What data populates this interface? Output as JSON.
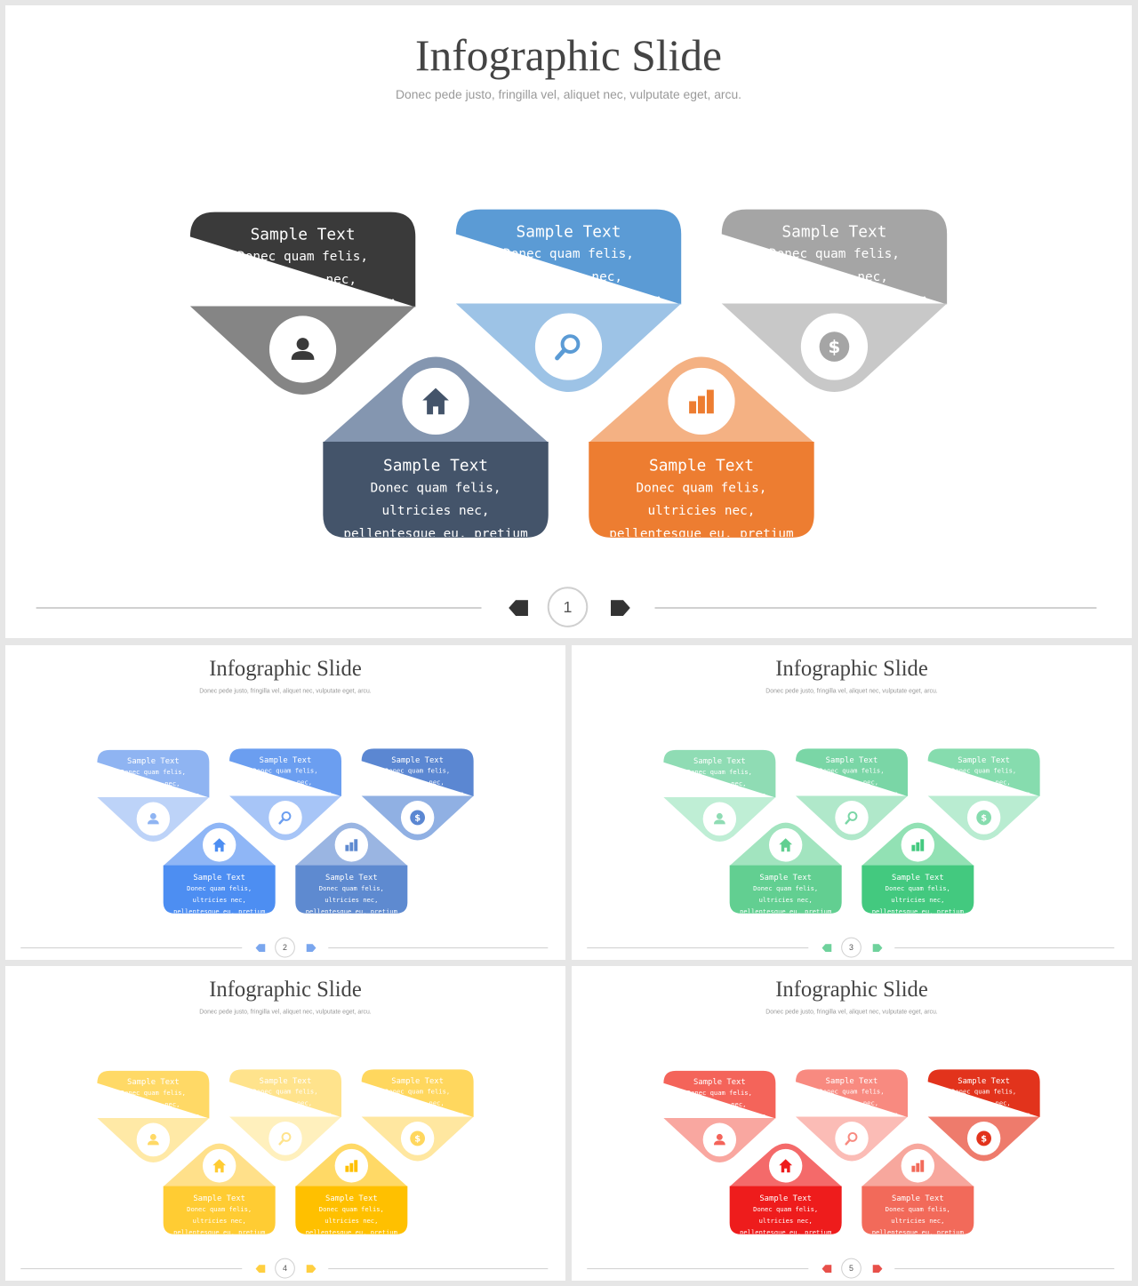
{
  "slides": [
    {
      "title": "Infographic Slide",
      "subtitle": "Donec pede justo, fringilla vel, aliquet nec, vulputate eget, arcu.",
      "page": "1",
      "colors": {
        "c1": [
          "#3a3a3a",
          "#858585"
        ],
        "c2": [
          "#5b9bd5",
          "#9dc3e6"
        ],
        "c3": [
          "#a5a5a5",
          "#c8c8c8"
        ],
        "c4": [
          "#44546a",
          "#8496b0"
        ],
        "c5": [
          "#ed7d31",
          "#f4b183"
        ],
        "arrow": "#333333"
      },
      "cards": [
        {
          "heading": "Sample Text",
          "body": "Donec quam felis, ultricies nec, pellentesque eu, pretium quis.",
          "icon": "person-icon"
        },
        {
          "heading": "Sample Text",
          "body": "Donec quam felis, ultricies nec, pellentesque eu, pretium quis.",
          "icon": "search-icon"
        },
        {
          "heading": "Sample Text",
          "body": "Donec quam felis, ultricies nec, pellentesque eu, pretium quis.",
          "icon": "dollar-icon"
        },
        {
          "heading": "Sample Text",
          "body": "Donec quam felis, ultricies nec, pellentesque eu, pretium quis.",
          "icon": "home-icon"
        },
        {
          "heading": "Sample Text",
          "body": "Donec quam felis, ultricies nec, pellentesque eu, pretium quis.",
          "icon": "bar-chart-icon"
        }
      ]
    },
    {
      "title": "Infographic Slide",
      "subtitle": "Donec pede justo, fringilla vel, aliquet nec, vulputate eget, arcu.",
      "page": "2",
      "colors": {
        "c1": [
          "#8fb4f2",
          "#bdd3f8"
        ],
        "c2": [
          "#6b9ef0",
          "#a7c5f7"
        ],
        "c3": [
          "#5b87d2",
          "#90b0e3"
        ],
        "c4": [
          "#4d8ef2",
          "#8fb6f6"
        ],
        "c5": [
          "#5e8ad0",
          "#9ab5e2"
        ],
        "arrow": "#7aa6ee"
      },
      "cards": [
        {
          "heading": "Sample Text",
          "body": "Donec quam felis, ultricies nec, pellentesque eu, pretium quis.",
          "icon": "person-icon"
        },
        {
          "heading": "Sample Text",
          "body": "Donec quam felis, ultricies nec, pellentesque eu, pretium quis.",
          "icon": "search-icon"
        },
        {
          "heading": "Sample Text",
          "body": "Donec quam felis, ultricies nec, pellentesque eu, pretium quis.",
          "icon": "dollar-icon"
        },
        {
          "heading": "Sample Text",
          "body": "Donec quam felis, ultricies nec, pellentesque eu, pretium quis.",
          "icon": "home-icon"
        },
        {
          "heading": "Sample Text",
          "body": "Donec quam felis, ultricies nec, pellentesque eu, pretium quis.",
          "icon": "bar-chart-icon"
        }
      ]
    },
    {
      "title": "Infographic Slide",
      "subtitle": "Donec pede justo, fringilla vel, aliquet nec, vulputate eget, arcu.",
      "page": "3",
      "colors": {
        "c1": [
          "#8fdcb4",
          "#bfeed5"
        ],
        "c2": [
          "#7ad6a6",
          "#b0e8ca"
        ],
        "c3": [
          "#86dcae",
          "#b9ecd1"
        ],
        "c4": [
          "#62cf91",
          "#a2e4bf"
        ],
        "c5": [
          "#43c97f",
          "#92e1b4"
        ],
        "arrow": "#6fd29c"
      },
      "cards": [
        {
          "heading": "Sample Text",
          "body": "Donec quam felis, ultricies nec, pellentesque eu, pretium quis.",
          "icon": "person-icon"
        },
        {
          "heading": "Sample Text",
          "body": "Donec quam felis, ultricies nec, pellentesque eu, pretium quis.",
          "icon": "search-icon"
        },
        {
          "heading": "Sample Text",
          "body": "Donec quam felis, ultricies nec, pellentesque eu, pretium quis.",
          "icon": "dollar-icon"
        },
        {
          "heading": "Sample Text",
          "body": "Donec quam felis, ultricies nec, pellentesque eu, pretium quis.",
          "icon": "home-icon"
        },
        {
          "heading": "Sample Text",
          "body": "Donec quam felis, ultricies nec, pellentesque eu, pretium quis.",
          "icon": "bar-chart-icon"
        }
      ]
    },
    {
      "title": "Infographic Slide",
      "subtitle": "Donec pede justo, fringilla vel, aliquet nec, vulputate eget, arcu.",
      "page": "4",
      "colors": {
        "c1": [
          "#ffd966",
          "#ffe9a6"
        ],
        "c2": [
          "#ffe38c",
          "#fff0bd"
        ],
        "c3": [
          "#ffd75e",
          "#ffe7a0"
        ],
        "c4": [
          "#ffcc33",
          "#ffe08a"
        ],
        "c5": [
          "#ffc000",
          "#ffd966"
        ],
        "arrow": "#ffcf40"
      },
      "cards": [
        {
          "heading": "Sample Text",
          "body": "Donec quam felis, ultricies nec, pellentesque eu, pretium quis.",
          "icon": "person-icon"
        },
        {
          "heading": "Sample Text",
          "body": "Donec quam felis, ultricies nec, pellentesque eu, pretium quis.",
          "icon": "search-icon"
        },
        {
          "heading": "Sample Text",
          "body": "Donec quam felis, ultricies nec, pellentesque eu, pretium quis.",
          "icon": "dollar-icon"
        },
        {
          "heading": "Sample Text",
          "body": "Donec quam felis, ultricies nec, pellentesque eu, pretium quis.",
          "icon": "home-icon"
        },
        {
          "heading": "Sample Text",
          "body": "Donec quam felis, ultricies nec, pellentesque eu, pretium quis.",
          "icon": "bar-chart-icon"
        }
      ]
    },
    {
      "title": "Infographic Slide",
      "subtitle": "Donec pede justo, fringilla vel, aliquet nec, vulputate eget, arcu.",
      "page": "5",
      "colors": {
        "c1": [
          "#f4645a",
          "#f9a7a0"
        ],
        "c2": [
          "#f88a80",
          "#fbbcb6"
        ],
        "c3": [
          "#e2331c",
          "#ee7b6c"
        ],
        "c4": [
          "#ee1c1c",
          "#f46a6a"
        ],
        "c5": [
          "#f26a5a",
          "#f7a79d"
        ],
        "arrow": "#e8504a"
      },
      "cards": [
        {
          "heading": "Sample Text",
          "body": "Donec quam felis, ultricies nec, pellentesque eu, pretium quis.",
          "icon": "person-icon"
        },
        {
          "heading": "Sample Text",
          "body": "Donec quam felis, ultricies nec, pellentesque eu, pretium quis.",
          "icon": "search-icon"
        },
        {
          "heading": "Sample Text",
          "body": "Donec quam felis, ultricies nec, pellentesque eu, pretium quis.",
          "icon": "dollar-icon"
        },
        {
          "heading": "Sample Text",
          "body": "Donec quam felis, ultricies nec, pellentesque eu, pretium quis.",
          "icon": "home-icon"
        },
        {
          "heading": "Sample Text",
          "body": "Donec quam felis, ultricies nec, pellentesque eu, pretium quis.",
          "icon": "bar-chart-icon"
        }
      ]
    }
  ]
}
